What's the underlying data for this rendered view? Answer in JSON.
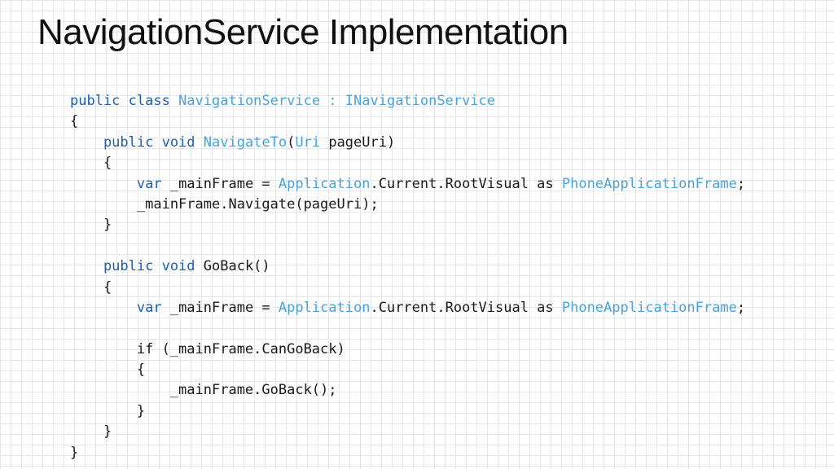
{
  "slide": {
    "title": "NavigationService Implementation"
  },
  "code": {
    "lines": [
      [
        {
          "t": "public class ",
          "k": "keyword"
        },
        {
          "t": "NavigationService",
          "k": "type"
        },
        {
          "t": " : ",
          "k": "type"
        },
        {
          "t": "INavigationService",
          "k": "type"
        }
      ],
      [
        {
          "t": "{",
          "k": "plain"
        }
      ],
      [
        {
          "t": "    public void ",
          "k": "keyword"
        },
        {
          "t": "NavigateTo",
          "k": "type"
        },
        {
          "t": "(",
          "k": "plain"
        },
        {
          "t": "Uri",
          "k": "type"
        },
        {
          "t": " pageUri)",
          "k": "plain"
        }
      ],
      [
        {
          "t": "    {",
          "k": "plain"
        }
      ],
      [
        {
          "t": "        var ",
          "k": "keyword"
        },
        {
          "t": "_mainFrame = ",
          "k": "plain"
        },
        {
          "t": "Application",
          "k": "type"
        },
        {
          "t": ".Current.RootVisual as ",
          "k": "plain"
        },
        {
          "t": "PhoneApplicationFrame",
          "k": "type"
        },
        {
          "t": ";",
          "k": "plain"
        }
      ],
      [
        {
          "t": "        _mainFrame.Navigate(pageUri);",
          "k": "plain"
        }
      ],
      [
        {
          "t": "    }",
          "k": "plain"
        }
      ],
      [],
      [
        {
          "t": "    public void ",
          "k": "keyword"
        },
        {
          "t": "GoBack()",
          "k": "plain"
        }
      ],
      [
        {
          "t": "    {",
          "k": "plain"
        }
      ],
      [
        {
          "t": "        var ",
          "k": "keyword"
        },
        {
          "t": "_mainFrame = ",
          "k": "plain"
        },
        {
          "t": "Application",
          "k": "type"
        },
        {
          "t": ".Current.RootVisual as ",
          "k": "plain"
        },
        {
          "t": "PhoneApplicationFrame",
          "k": "type"
        },
        {
          "t": ";",
          "k": "plain"
        }
      ],
      [],
      [
        {
          "t": "        if (_mainFrame.CanGoBack)",
          "k": "plain"
        }
      ],
      [
        {
          "t": "        {",
          "k": "plain"
        }
      ],
      [
        {
          "t": "            _mainFrame.GoBack();",
          "k": "plain"
        }
      ],
      [
        {
          "t": "        }",
          "k": "plain"
        }
      ],
      [
        {
          "t": "    }",
          "k": "plain"
        }
      ],
      [
        {
          "t": "}",
          "k": "plain"
        }
      ]
    ]
  },
  "colors": {
    "keyword": "#1f5fa8",
    "type": "#4aa3d8",
    "plain": "#1a1a1a",
    "title": "#111111",
    "grid": "#e6e6e6",
    "background": "#ffffff"
  }
}
